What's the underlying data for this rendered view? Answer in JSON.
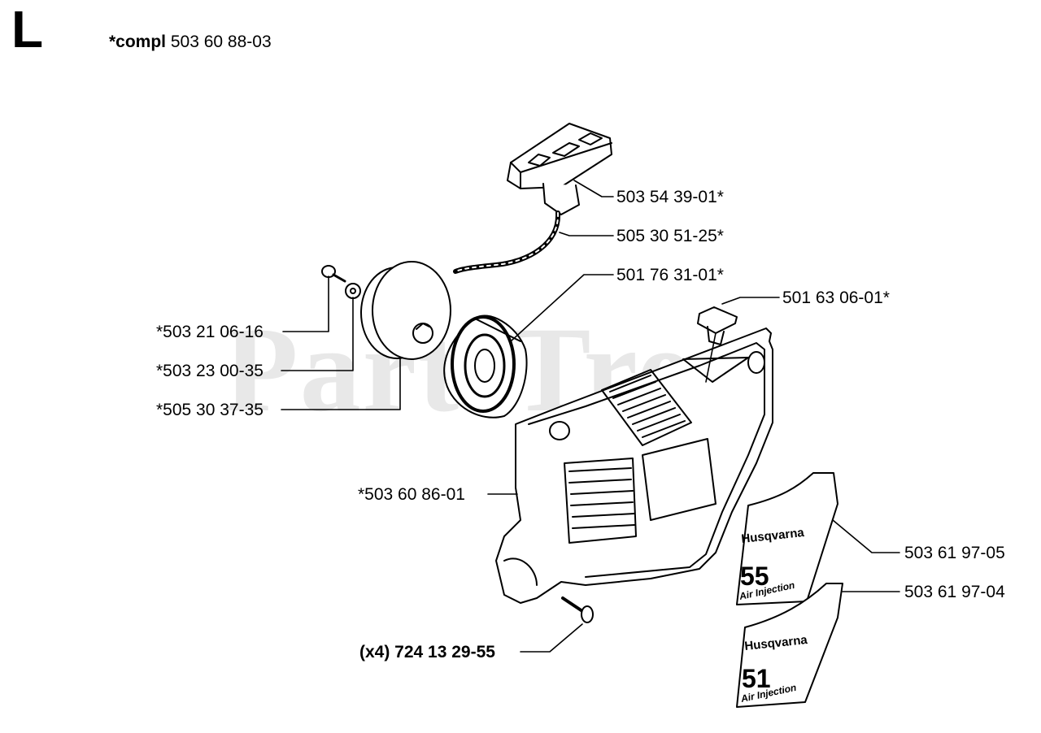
{
  "header": {
    "section_letter": "L",
    "compl_prefix": "*compl",
    "compl_number": "503 60 88-03"
  },
  "watermark": "PartsTree",
  "decals": {
    "brand": "Husqvarna",
    "decal_a_model": "55",
    "decal_a_sub": "Air Injection",
    "decal_b_model": "51",
    "decal_b_sub": "Air Injection"
  },
  "parts": [
    {
      "id": "handle",
      "number": "503 54 39-01*"
    },
    {
      "id": "rope",
      "number": "505 30 51-25*"
    },
    {
      "id": "spring-cassette",
      "number": "501 76 31-01*"
    },
    {
      "id": "knob",
      "number": "501 63 06-01*"
    },
    {
      "id": "screw-small",
      "number": "*503 21 06-16"
    },
    {
      "id": "washer",
      "number": "*503 23 00-35"
    },
    {
      "id": "pulley",
      "number": "*505 30 37-35"
    },
    {
      "id": "cover",
      "number": "*503 60 86-01"
    },
    {
      "id": "decal-55",
      "number": "503 61 97-05"
    },
    {
      "id": "decal-51",
      "number": "503 61 97-04"
    },
    {
      "id": "screw-cover",
      "number": "(x4) 724 13 29-55"
    }
  ]
}
